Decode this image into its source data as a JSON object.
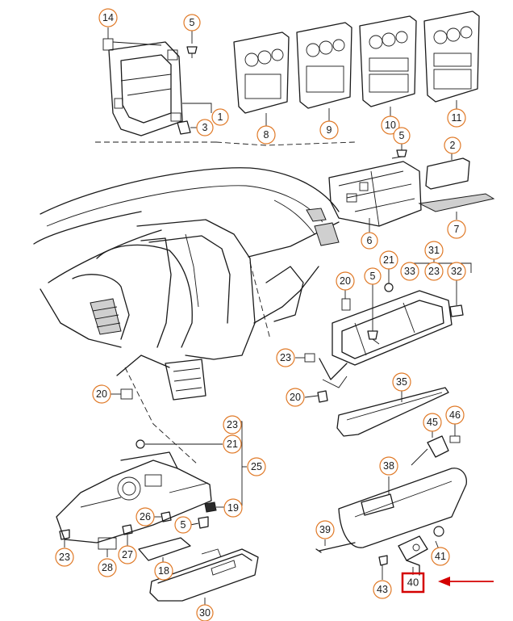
{
  "callouts": [
    {
      "id": "c14a",
      "label": "14"
    },
    {
      "id": "c5a",
      "label": "5"
    },
    {
      "id": "c1",
      "label": "1"
    },
    {
      "id": "c3",
      "label": "3"
    },
    {
      "id": "c8",
      "label": "8"
    },
    {
      "id": "c9",
      "label": "9"
    },
    {
      "id": "c10",
      "label": "10"
    },
    {
      "id": "c5b",
      "label": "5"
    },
    {
      "id": "c11",
      "label": "11"
    },
    {
      "id": "c2",
      "label": "2"
    },
    {
      "id": "c6",
      "label": "6"
    },
    {
      "id": "c7",
      "label": "7"
    },
    {
      "id": "c31",
      "label": "31"
    },
    {
      "id": "c21a",
      "label": "21"
    },
    {
      "id": "c33",
      "label": "33"
    },
    {
      "id": "c23a",
      "label": "23"
    },
    {
      "id": "c32",
      "label": "32"
    },
    {
      "id": "c20a",
      "label": "20"
    },
    {
      "id": "c5c",
      "label": "5"
    },
    {
      "id": "c23b",
      "label": "23"
    },
    {
      "id": "c20b",
      "label": "20"
    },
    {
      "id": "c20c",
      "label": "20"
    },
    {
      "id": "c35",
      "label": "35"
    },
    {
      "id": "c45",
      "label": "45"
    },
    {
      "id": "c46",
      "label": "46"
    },
    {
      "id": "c23c",
      "label": "23"
    },
    {
      "id": "c21b",
      "label": "21"
    },
    {
      "id": "c25",
      "label": "25"
    },
    {
      "id": "c38",
      "label": "38"
    },
    {
      "id": "c19",
      "label": "19"
    },
    {
      "id": "c26",
      "label": "26"
    },
    {
      "id": "c5d",
      "label": "5"
    },
    {
      "id": "c39",
      "label": "39"
    },
    {
      "id": "c41",
      "label": "41"
    },
    {
      "id": "c23d",
      "label": "23"
    },
    {
      "id": "c27",
      "label": "27"
    },
    {
      "id": "c28",
      "label": "28"
    },
    {
      "id": "c18",
      "label": "18"
    },
    {
      "id": "c43",
      "label": "43"
    },
    {
      "id": "c30",
      "label": "30"
    }
  ],
  "highlight": {
    "label": "40"
  },
  "colors": {
    "callout_ring": "#e07a28",
    "highlight_box": "#d40000",
    "arrow": "#d40000",
    "line": "#1a1a1a"
  }
}
